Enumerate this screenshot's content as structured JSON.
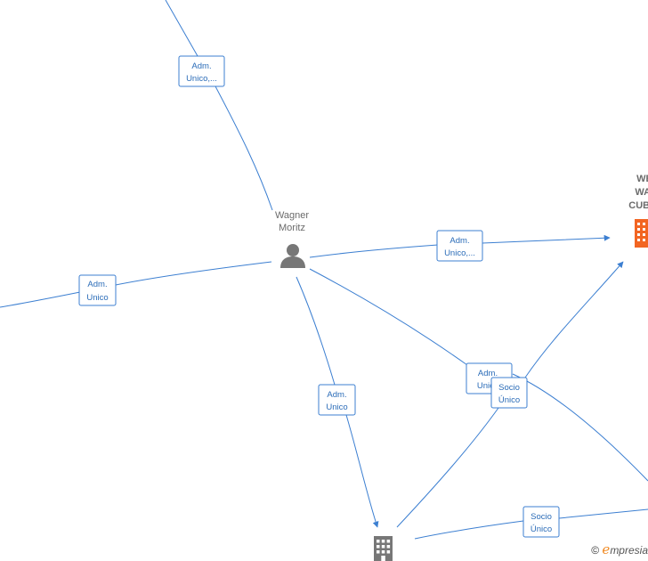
{
  "colors": {
    "edge": "#3c7fd1",
    "label_border": "#3c7fd1",
    "person_icon": "#777777",
    "company_icon": "#777777",
    "company_highlight": "#f26522"
  },
  "nodes": {
    "person": {
      "name_lines": [
        "Wagner",
        "Moritz"
      ],
      "icon": "person-icon"
    },
    "company_right": {
      "name_lines": [
        "WER",
        "WAGI",
        "CUBISM"
      ],
      "icon": "building-icon"
    },
    "company_bottom": {
      "icon": "building-icon"
    }
  },
  "edge_labels": [
    {
      "id": "top",
      "lines": [
        "Adm.",
        "Unico,..."
      ]
    },
    {
      "id": "left",
      "lines": [
        "Adm.",
        "Unico"
      ]
    },
    {
      "id": "right",
      "lines": [
        "Adm.",
        "Unico,..."
      ]
    },
    {
      "id": "down",
      "lines": [
        "Adm.",
        "Unico"
      ]
    },
    {
      "id": "diag",
      "lines": [
        "Adm.",
        "Unico"
      ]
    },
    {
      "id": "socio1",
      "lines": [
        "Socio",
        "Único"
      ]
    },
    {
      "id": "socio2",
      "lines": [
        "Socio",
        "Único"
      ]
    }
  ],
  "watermark": {
    "copyright": "©",
    "brand_initial": "e",
    "brand_rest": "mpresia"
  }
}
